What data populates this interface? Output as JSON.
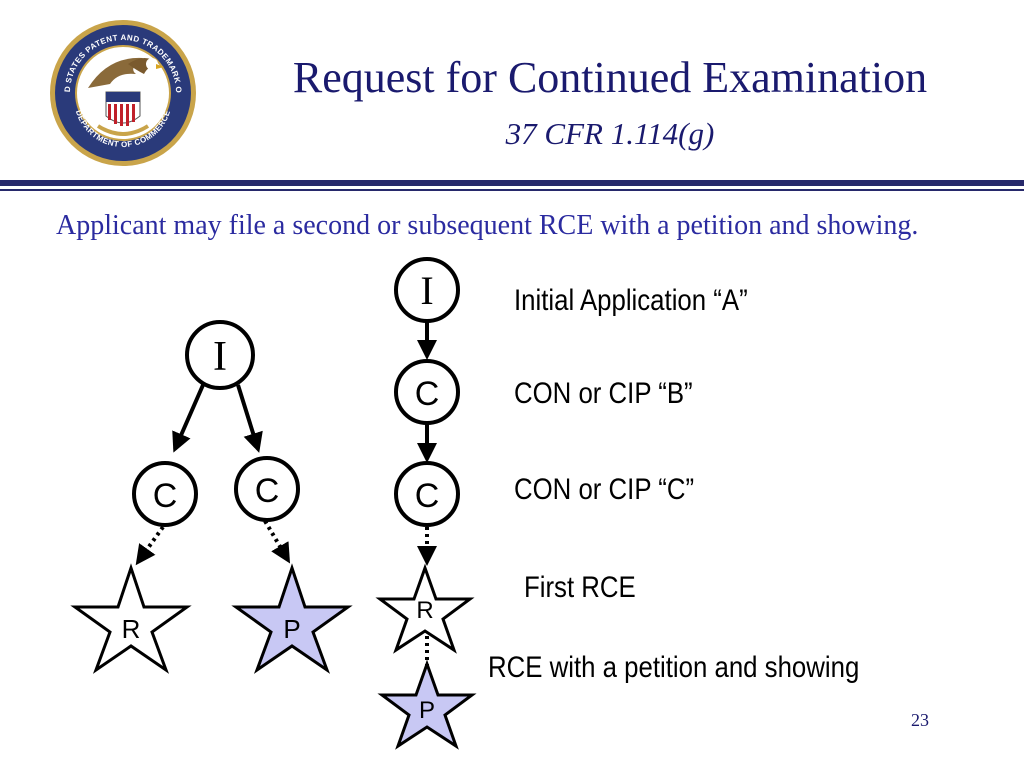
{
  "header": {
    "title": "Request for Continued Examination",
    "subtitle": "37 CFR 1.114(g)",
    "seal_text_top": "UNITED STATES PATENT AND TRADEMARK OFFICE",
    "seal_text_bottom": "DEPARTMENT OF COMMERCE"
  },
  "intro": "Applicant may file a second or subsequent RCE with a petition and showing.",
  "diagram": {
    "left_tree": {
      "root": "I",
      "child_1": "C",
      "child_2": "C",
      "star_1": "R",
      "star_2": "P"
    },
    "right_chain": {
      "node_1": "I",
      "node_2": "C",
      "node_3": "C",
      "star_1": "R",
      "star_2": "P"
    },
    "legend": {
      "initial": "Initial Application “A”",
      "con_b": "CON or CIP “B”",
      "con_c": "CON or CIP “C”",
      "first_rce": "First RCE",
      "rce_petition": "RCE with a petition and showing"
    }
  },
  "colors": {
    "title": "#1a1a6e",
    "intro": "#2b2ba0",
    "rule": "#27296b",
    "petition_star_fill": "#c8c8f4"
  },
  "page_number": "23"
}
